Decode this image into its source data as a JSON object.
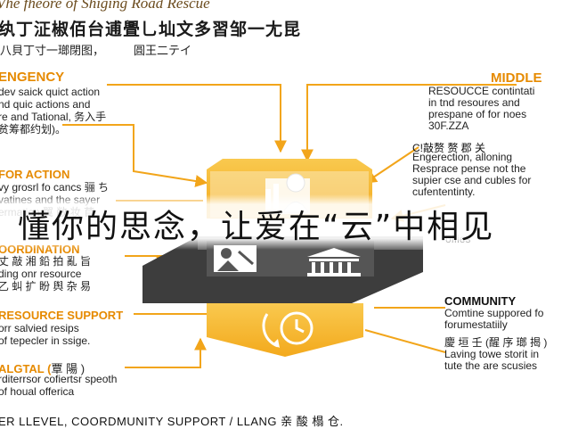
{
  "header": {
    "title": "Vhe fheore of Shiging Road Rescue",
    "subtitle": "纨丁泟椒佰台逋舋乚圸文多習邹一尢昆",
    "subtitle2": "八貝丁寸一瑯閉图，",
    "subtitle3": "圓王二テイ"
  },
  "left": {
    "emergency": {
      "head": "ENGENCY",
      "body": "dev saick quict action\nnd quic actions and\nre and Tational, 务入手\n贫筹都约划)。"
    },
    "for_action": {
      "head": "FOR ACTION",
      "body": "vy grosrl fo cancs 骊 ち\nvatines and the sayer\nermation 翼 敝 妆 苜"
    },
    "coordination": {
      "head": "OORDINATION",
      "body": "丈 敲 湘 鉛 拍 亂 旨\nding onr resource\n乙 虯 扩 盼 舆 杂 易"
    },
    "resource_support": {
      "head": "RESOURCE SUPPORT",
      "body": "orr salvied resips\nof tepecler in ssige."
    },
    "digital": {
      "head": "ALGTAL (",
      "head_suffix": "覃 陽 ",
      "body": "rditerrsor cofiertsr speoth\nof houal offerica"
    }
  },
  "right": {
    "middle": {
      "head": "MIDDLE",
      "body": "RESOUCCE contintati\nin tnd resoures and\nprespane of for noes\n30F.ZZA"
    },
    "levels": {
      "head": "C!敲赘 赘 郡 关",
      "body": "Engerection, alloning\nResprace pense not the\nsupier cse and cubles for\ncufententinty."
    },
    "community": {
      "head": "COMMUNITY",
      "body": "Comtine suppored fo\nforumestatiily"
    },
    "lower": {
      "head": "慶 垣 壬 (醒 序 瑯 揭 )",
      "body": "Laving towe storit in\ntute the are scusies"
    },
    "offies": "offies"
  },
  "overlay": {
    "text": "懂你的思念，让爱在“云”中相见"
  },
  "footer": {
    "text": "ER LLEVEL, COORDMUNITY SUPPORT / LLANG 亲 酸 榻 仓."
  },
  "colors": {
    "orange": "#e68a00",
    "yellow": "#f6b72d",
    "pale_yellow": "#fbe7b5",
    "dark_gray": "#3d3d3d"
  },
  "icons": [
    "person-icon",
    "building-icon",
    "clock-arrow-icon",
    "worker-icon"
  ]
}
